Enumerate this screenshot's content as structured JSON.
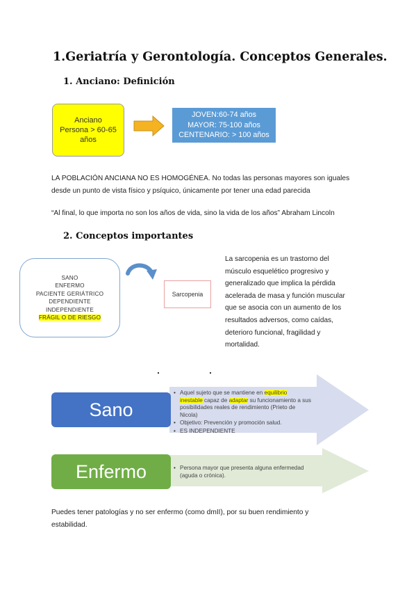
{
  "title": "1.Geriatría y Gerontología. Conceptos Generales.",
  "section1": {
    "heading": "1.   Anciano: Definición",
    "yellow_box": [
      "Anciano",
      "Persona > 60-65",
      "años"
    ],
    "blue_box": [
      "JOVEN:60-74 años",
      "MAYOR: 75-100 años",
      "CENTENARIO: > 100 años"
    ],
    "paragraph1_line1": "LA POBLACIÓN ANCIANA NO ES HOMOGÉNEA.  No todas las personas mayores son iguales",
    "paragraph1_line2": "desde un punto de vista físico y psíquico, únicamente por tener una edad parecida",
    "quote": "“Al final, lo que importa no son los años de vida, sino la vida de los años” Abraham Lincoln"
  },
  "section2": {
    "heading": "2.   Conceptos importantes",
    "list_items": [
      "SANO",
      "ENFERMO",
      "PACIENTE GERIÁTRICO",
      "DEPENDIENTE",
      "INDEPENDIENTE",
      "FRÁGIL O DE RIESGO"
    ],
    "sarcopenia_label": "Sarcopenia",
    "sarcopenia_lines": [
      "La sarcopenia es un trastorno del",
      "músculo esquelético progresivo y",
      "generalizado que implica la pérdida",
      "acelerada de masa y función muscular",
      "que se asocia con un aumento de los",
      "resultados adversos, como caídas,",
      "deterioro funcional, fragilidad y",
      "mortalidad."
    ]
  },
  "diagram": {
    "sano_label": "Sano",
    "sano_bullet1_pre": "Aquel sujeto que se mantiene en ",
    "sano_bullet1_hl1a": "equilibrio",
    "sano_bullet1_hl1b": "inestable",
    "sano_bullet1_mid": " capaz de ",
    "sano_bullet1_hl2": "adaptar",
    "sano_bullet1_post1": " su funcionamiento a sus",
    "sano_bullet1_post2": "posibilidades reales de rendimiento (Prieto de",
    "sano_bullet1_post3": "Nicola)",
    "sano_bullet2": "Objetivo: Prevención y promoción salud.",
    "sano_bullet3": "ES INDEPENDIENTE",
    "enfermo_label": "Enfermo",
    "enfermo_bullet1a": "Persona mayor que presenta alguna enfermedad",
    "enfermo_bullet1b": "(aguda o crónica).",
    "colors": {
      "sano": "#4472c4",
      "enfermo": "#70ad47",
      "sano_arrow": "#d7dcee",
      "enfermo_arrow": "#e1ead7"
    }
  },
  "footer_line1": "Puedes tener patologías y no ser enfermo (como dmII), por su buen rendimiento y",
  "footer_line2": "estabilidad."
}
